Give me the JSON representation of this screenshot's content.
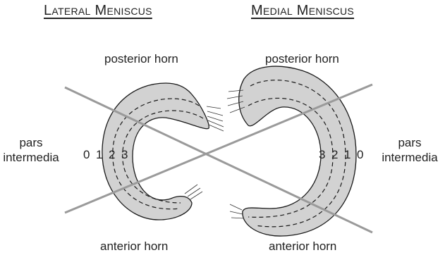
{
  "titles": {
    "lateral": "Lateral Meniscus",
    "medial": "Medial Meniscus"
  },
  "labels": {
    "posterior_horn_left": "posterior horn",
    "posterior_horn_right": "posterior horn",
    "anterior_horn_left": "anterior horn",
    "anterior_horn_right": "anterior horn",
    "pars_left_line1": "pars",
    "pars_left_line2": "intermedia",
    "pars_right_line1": "pars",
    "pars_right_line2": "intermedia"
  },
  "zones_lateral": [
    "0",
    "1",
    "2",
    "3"
  ],
  "zones_medial": [
    "3",
    "2",
    "1",
    "0"
  ],
  "colors": {
    "meniscus_fill": "#d2d2d2",
    "outline": "#1a1a1a",
    "cross_line": "#9a9a9a"
  }
}
